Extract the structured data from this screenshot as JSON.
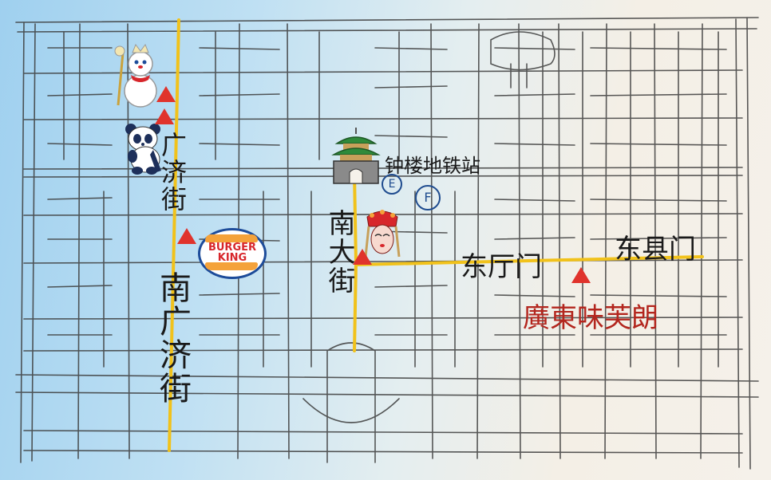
{
  "map": {
    "streets": {
      "guangji_north": "广济街",
      "nanguangji": "南广济街",
      "nandajie": "南大街",
      "dongtingmen": "东厅门",
      "dongxianmen": "东县门"
    },
    "landmarks": {
      "bell_tower_station": "钟楼地铁站",
      "exit_e": "E",
      "exit_f": "F",
      "burger_king_line1": "BURGER",
      "burger_king_line2": "KING"
    },
    "restaurant": "廣東味芙朗"
  },
  "colors": {
    "road_main": "#f1c21b",
    "marker": "#e0332c",
    "street_lines": "#3a3a3a",
    "restaurant_text": "#b3261e"
  }
}
